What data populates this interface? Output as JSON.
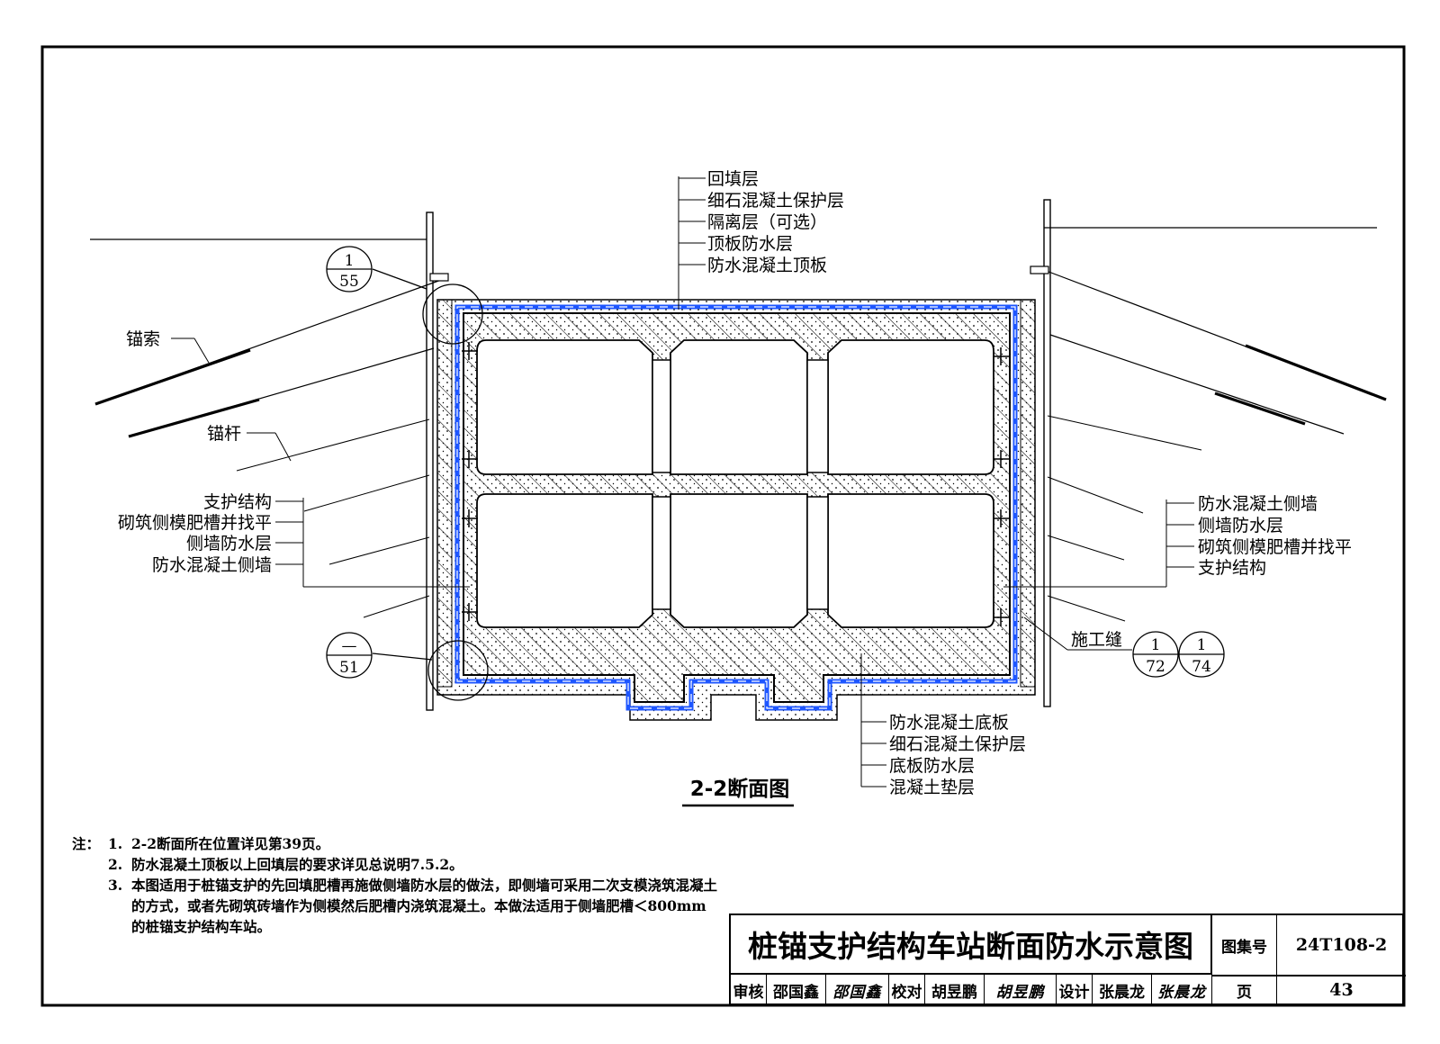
{
  "section_title": "2-2断面图",
  "callouts": {
    "top": [
      "回填层",
      "细石混凝土保护层",
      "隔离层（可选）",
      "顶板防水层",
      "防水混凝土顶板"
    ],
    "left_anchor_cable": "锚索",
    "left_anchor_rod": "锚杆",
    "left": [
      "支护结构",
      "砌筑侧模肥槽并找平",
      "侧墙防水层",
      "防水混凝土侧墙"
    ],
    "right": [
      "防水混凝土侧墙",
      "侧墙防水层",
      "砌筑侧模肥槽并找平",
      "支护结构"
    ],
    "construction_joint": "施工缝",
    "bottom": [
      "防水混凝土底板",
      "细石混凝土保护层",
      "底板防水层",
      "混凝土垫层"
    ]
  },
  "detail_marks": [
    {
      "top": "1",
      "bottom": "55"
    },
    {
      "top": "—",
      "bottom": "51"
    },
    {
      "top": "1",
      "bottom": "72"
    },
    {
      "top": "1",
      "bottom": "74"
    }
  ],
  "notes": {
    "prefix": "注：",
    "items": [
      {
        "n": "1.",
        "text": "2-2断面所在位置详见第39页。"
      },
      {
        "n": "2.",
        "text": "防水混凝土顶板以上回填层的要求详见总说明7.5.2。"
      },
      {
        "n": "3.",
        "text": "本图适用于桩锚支护的先回填肥槽再施做侧墙防水层的做法，即侧墙可采用二次支模浇筑混凝土的方式，或者先砌筑砖墙作为侧模然后肥槽内浇筑混凝土。本做法适用于侧墙肥槽＜800mm的桩锚支护结构车站。"
      }
    ]
  },
  "title_block": {
    "drawing_title": "桩锚支护结构车站断面防水示意图",
    "atlas_label": "图集号",
    "atlas_no": "24T108-2",
    "review_label": "审核",
    "reviewer": "邵国鑫",
    "reviewer_sig": "邵国鑫",
    "check_label": "校对",
    "checker": "胡昱鹏",
    "checker_sig": "胡昱鹏",
    "design_label": "设计",
    "designer": "张晨龙",
    "designer_sig": "张晨龙",
    "page_label": "页",
    "page_no": "43"
  },
  "colors": {
    "waterproof_layer": "#1e56ff",
    "line": "#000000"
  }
}
